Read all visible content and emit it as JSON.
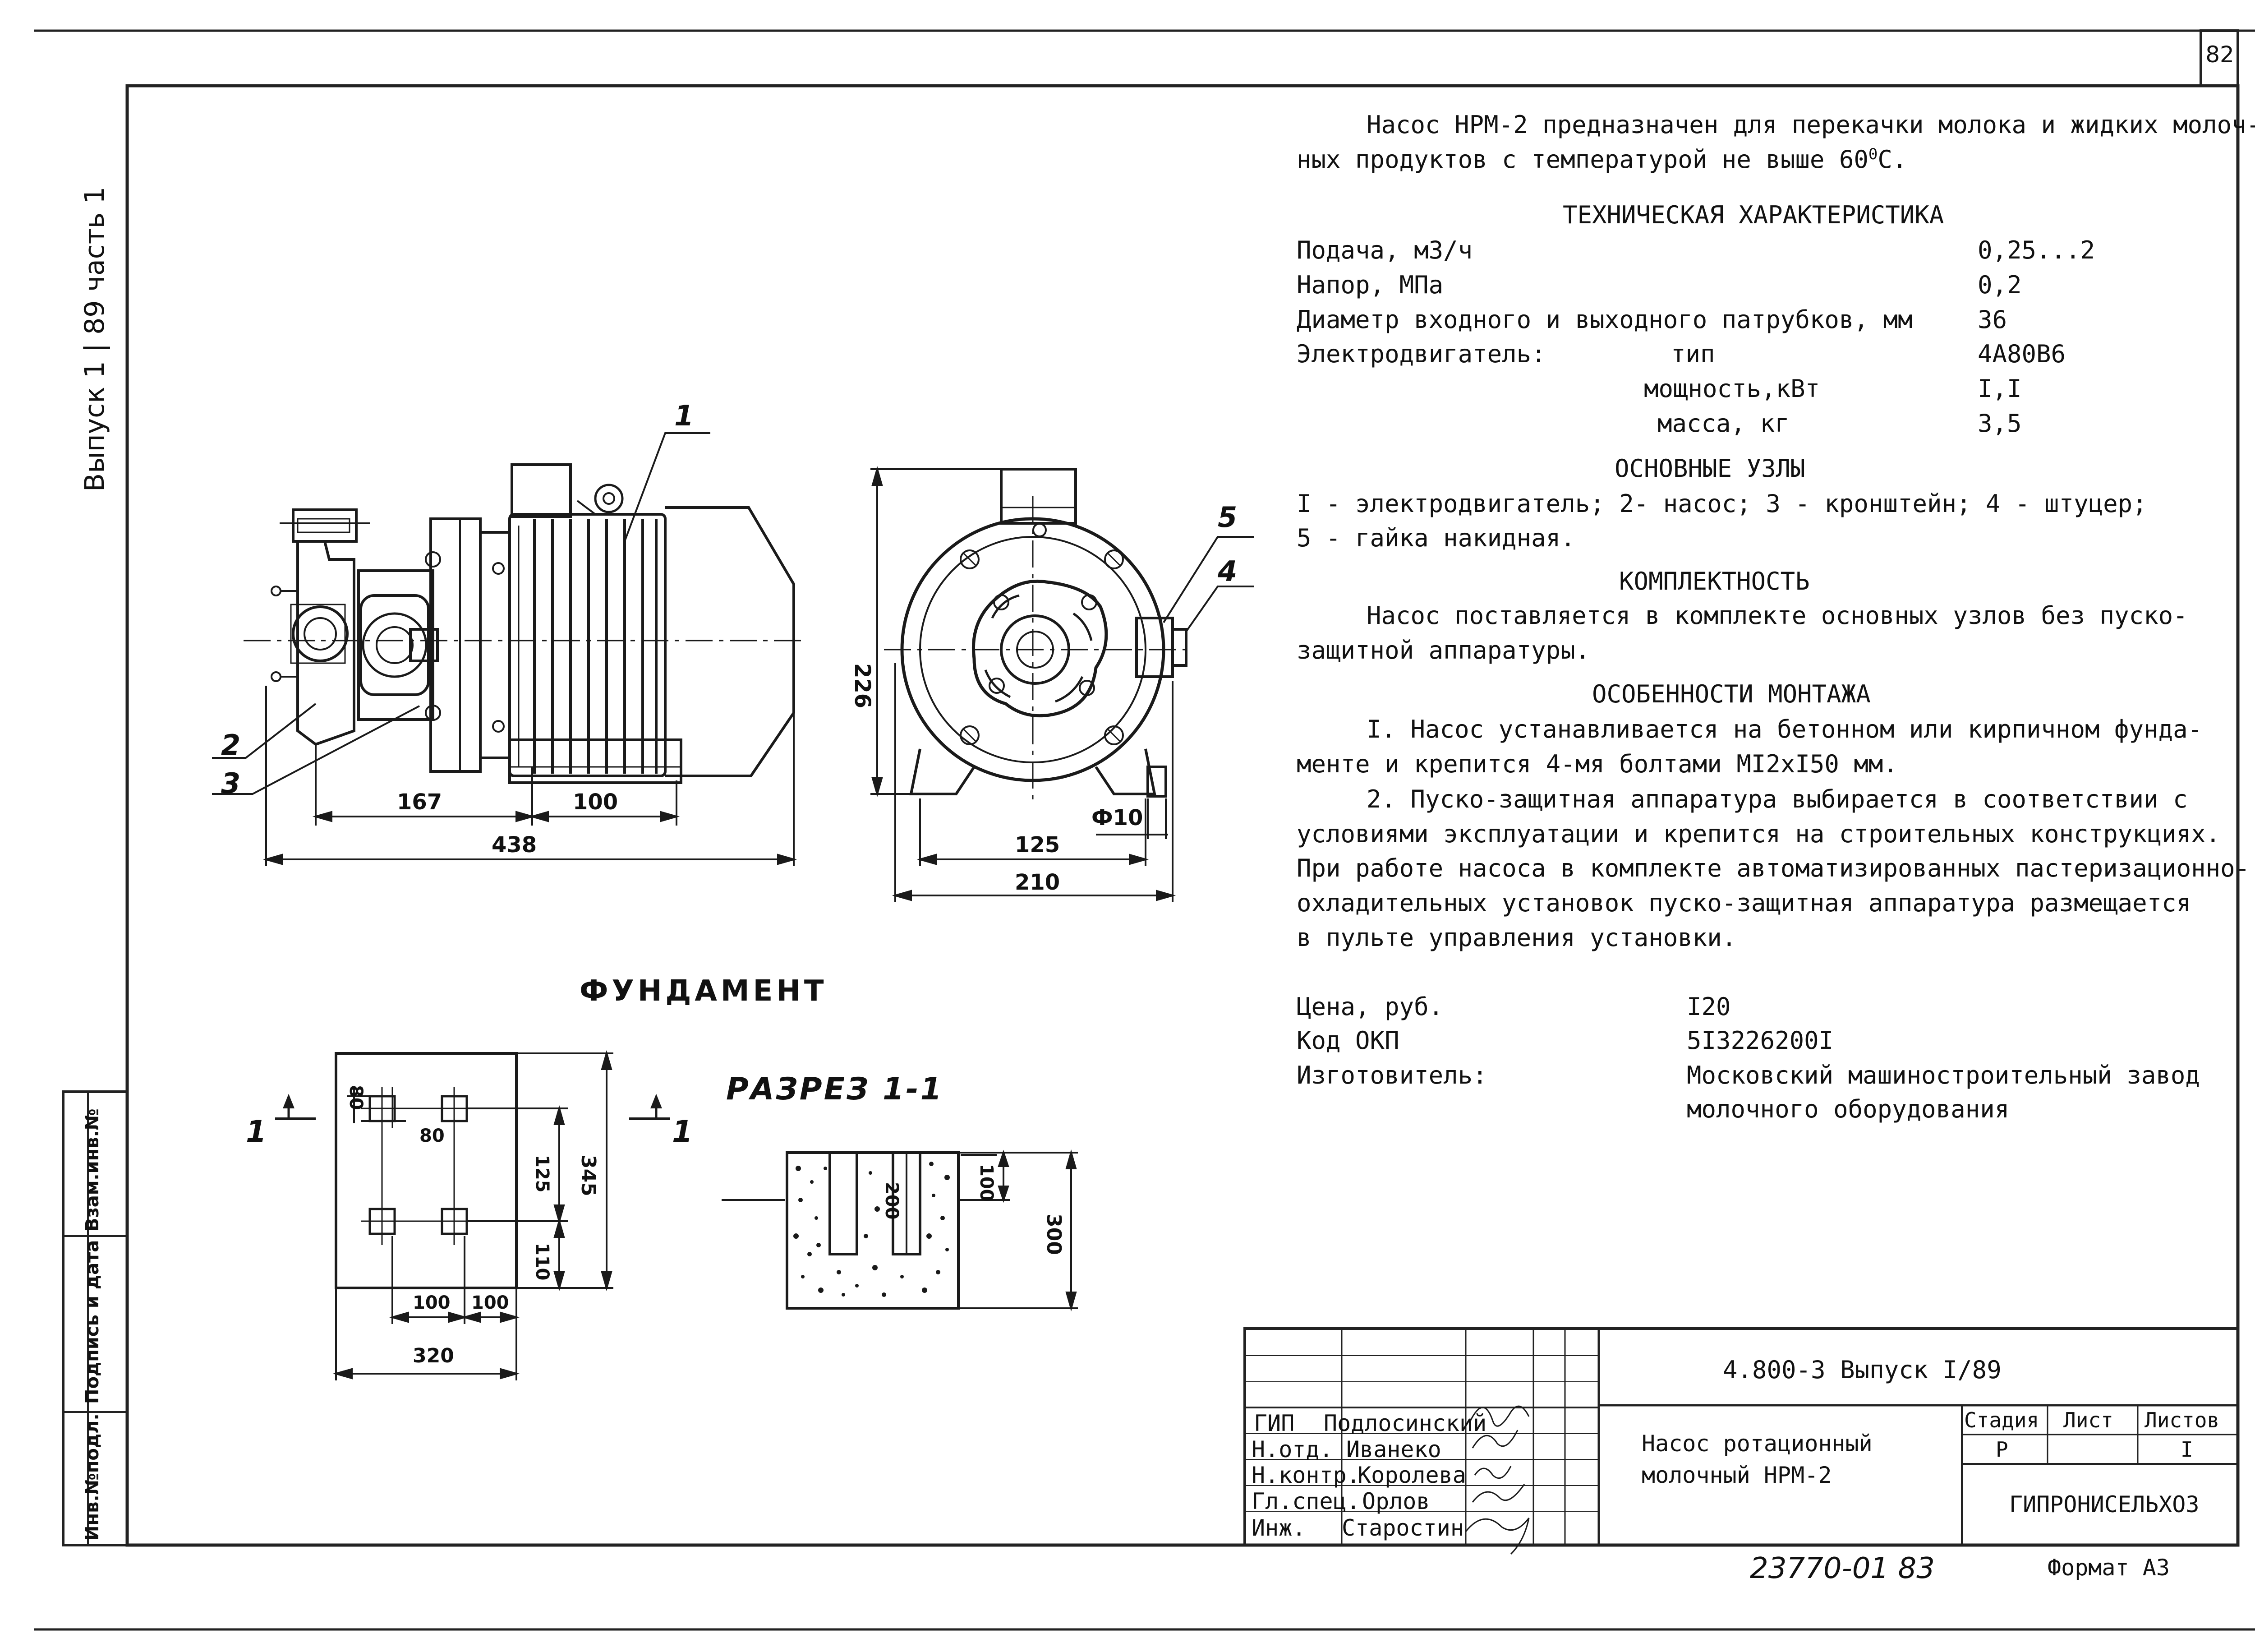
{
  "sheet_number": "82",
  "side_vertical": "Выпуск 1 | 89 часть 1",
  "left_strip": [
    "Инв.№подл.",
    "Подпись и дата",
    "Взам.инв.№"
  ],
  "intro": {
    "line1": "Насос НРМ-2 предназначен для перекачки молока и жидких молоч-",
    "line2_pre": "ных продуктов с температурой не выше 60",
    "line2_sup": "0",
    "line2_post": "С."
  },
  "tech": {
    "title": "ТЕХНИЧЕСКАЯ ХАРАКТЕРИСТИКА",
    "rows": [
      {
        "label": "Подача, м3/ч",
        "value": "0,25...2"
      },
      {
        "label": "Напор, МПа",
        "value": "0,2"
      },
      {
        "label": "Диаметр входного  и выходного патрубков, мм",
        "value": "36"
      }
    ],
    "motor_label": "Электродвигатель:",
    "motor_rows": [
      {
        "label": "тип",
        "value": "4А80В6"
      },
      {
        "label": "мощность,кВт",
        "value": "I,I"
      },
      {
        "label": "масса, кг",
        "value": "3,5"
      }
    ]
  },
  "units": {
    "title": "ОСНОВНЫЕ УЗЛЫ",
    "line1": "I - электродвигатель; 2- насос; 3 - кронштейн; 4 - штуцер;",
    "line2": "5 - гайка накидная."
  },
  "kit": {
    "title": "КОМПЛЕКТНОСТЬ",
    "line1": "Насос поставляется в комплекте основных узлов без пуско-",
    "line2": "защитной аппаратуры."
  },
  "mount": {
    "title": "ОСОБЕННОСТИ МОНТАЖА",
    "lines": [
      "I. Насос устанавливается на бетонном или кирпичном фунда-",
      "менте и крепится 4-мя болтами МI2хI50 мм.",
      "2. Пуско-защитная аппаратура выбирается в соответствии с",
      "условиями эксплуатации и крепится на строительных конструкциях.",
      "При работе насоса в комплекте автоматизированных пастеризационно-",
      "охладительных установок пуско-защитная аппаратура размещается",
      "в пульте управления установки."
    ]
  },
  "info": [
    {
      "label": "Цена, руб.",
      "value": "I20"
    },
    {
      "label": "Код ОКП",
      "value": "5I3226200I"
    },
    {
      "label": "Изготовитель:",
      "value": "Московский машиностроительный завод"
    },
    {
      "label": "",
      "value": "молочного оборудования"
    }
  ],
  "drawing": {
    "side_dims": {
      "d167": "167",
      "d100": "100",
      "d438": "438"
    },
    "side_callouts": {
      "c1": "1",
      "c2": "2",
      "c3": "3"
    },
    "front_dims": {
      "d226": "226",
      "d125": "125",
      "d210": "210",
      "d10": "Ф10"
    },
    "front_callouts": {
      "c4": "4",
      "c5": "5"
    },
    "foundation_title": "ФУНДАМЕНТ",
    "section_title": "РАЗРЕЗ 1-1",
    "found_dims": {
      "d80a": "80",
      "d80b": "80",
      "d125": "125",
      "d110": "110",
      "d345": "345",
      "d100a": "100",
      "d100b": "100",
      "d320": "320"
    },
    "section_marks": {
      "left": "1",
      "right": "1"
    },
    "section_dims": {
      "d100": "100",
      "d200": "200",
      "d300": "300"
    }
  },
  "title_block": {
    "doc_code": "4.800-3  Выпуск I/89",
    "name_line1": "Насос ротационный",
    "name_line2": "молочный НРМ-2",
    "stage_h": "Стадия",
    "sheet_h": "Лист",
    "sheets_h": "Листов",
    "stage": "Р",
    "sheets": "I",
    "org": "ГИПРОНИСЕЛЬХОЗ",
    "people": [
      {
        "role": "ГИП",
        "name": "Подлосинский"
      },
      {
        "role": "Н.отд.",
        "name": "Иванеко"
      },
      {
        "role": "Н.контр.",
        "name": "Королева"
      },
      {
        "role": "Гл.спец.",
        "name": "Орлов"
      },
      {
        "role": "Инж.",
        "name": "Старостин"
      }
    ]
  },
  "footer": {
    "number": "23770-01  83",
    "format": "Формат А3"
  }
}
